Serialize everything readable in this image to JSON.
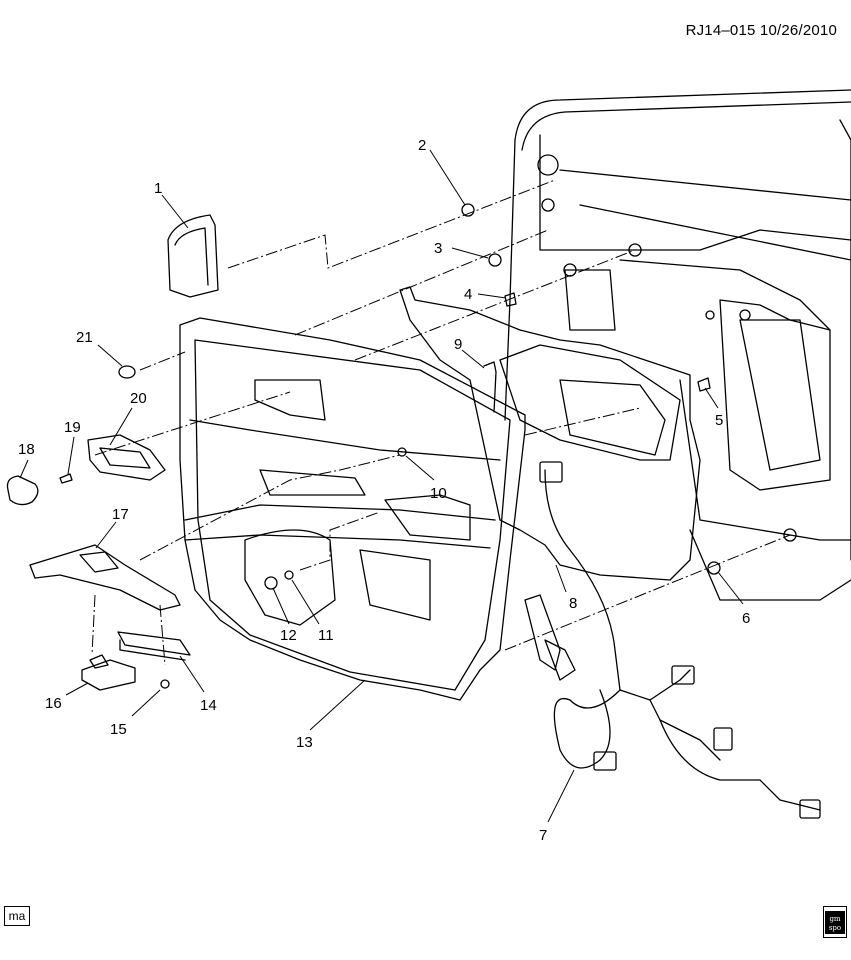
{
  "header": {
    "reference": "RJ14–015 10/26/2010"
  },
  "callouts": [
    "1",
    "2",
    "3",
    "4",
    "5",
    "6",
    "7",
    "8",
    "9",
    "10",
    "11",
    "12",
    "13",
    "14",
    "15",
    "16",
    "17",
    "18",
    "19",
    "20",
    "21"
  ],
  "footer": {
    "ma_label": "ma",
    "logo_line1": "gm",
    "logo_line2": "spo"
  },
  "icons": {
    "logo": "gm-spo-logo-icon"
  }
}
